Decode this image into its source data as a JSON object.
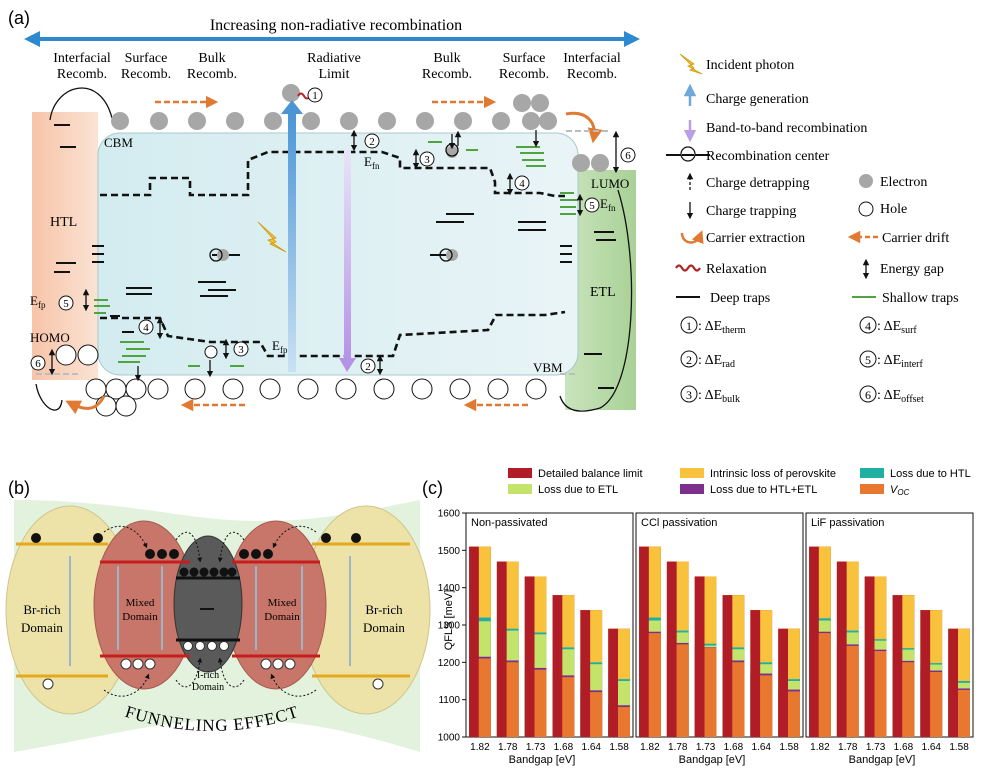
{
  "panel_a": {
    "label": "(a)",
    "top_arrow": "Increasing non-radiative recombination",
    "headers": [
      {
        "t1": "Interfacial",
        "t2": "Recomb."
      },
      {
        "t1": "Surface",
        "t2": "Recomb."
      },
      {
        "t1": "Bulk",
        "t2": "Recomb."
      },
      {
        "t1": "Radiative",
        "t2": "Limit"
      },
      {
        "t1": "Bulk",
        "t2": "Recomb."
      },
      {
        "t1": "Surface",
        "t2": "Recomb."
      },
      {
        "t1": "Interfacial",
        "t2": "Recomb."
      }
    ],
    "band_labels": {
      "cbm": "CBM",
      "vbm": "VBM",
      "lumo": "LUMO",
      "homo": "HOMO",
      "htl": "HTL",
      "etl": "ETL",
      "efn": "E",
      "efn_sub": "fn",
      "efp": "E",
      "efp_sub": "fp"
    },
    "circled_nums": [
      "1",
      "2",
      "3",
      "4",
      "5",
      "6"
    ],
    "legend": {
      "incident_photon": "Incident photon",
      "charge_generation": "Charge generation",
      "band_to_band": "Band-to-band recombination",
      "recombination_center": "Recombination center",
      "charge_detrapping": "Charge detrapping",
      "electron": "Electron",
      "charge_trapping": "Charge trapping",
      "hole": "Hole",
      "carrier_extraction": "Carrier extraction",
      "carrier_drift": "Carrier drift",
      "relaxation": "Relaxation",
      "energy_gap": "Energy gap",
      "deep_traps": "Deep traps",
      "shallow_traps": "Shallow traps",
      "loss_terms": [
        {
          "num": "1",
          "sub": "therm"
        },
        {
          "num": "4",
          "sub": "surf"
        },
        {
          "num": "2",
          "sub": "rad"
        },
        {
          "num": "5",
          "sub": "interf"
        },
        {
          "num": "3",
          "sub": "bulk"
        },
        {
          "num": "6",
          "sub": "offset"
        }
      ],
      "delta_e": ": ΔE"
    }
  },
  "panel_b": {
    "label": "(b)",
    "br_rich_1": "Br-rich",
    "br_rich_2": "Domain",
    "mixed_1": "Mixed",
    "mixed_2": "Domain",
    "i_rich_1": "I-rich",
    "i_rich_2": "Domain",
    "funneling": "FUNNELING EFFECT"
  },
  "panel_c": {
    "label": "(c)",
    "legend": [
      "Detailed balance limit",
      "Intrinsic loss of perovskite",
      "Loss due to HTL",
      "Loss due to ETL",
      "Loss due to HTL+ETL",
      "V"
    ],
    "voc_sub": "OC",
    "colors": {
      "db": "#b11d26",
      "intrinsic": "#f9c23c",
      "htl": "#1fb0a4",
      "etl": "#c4e36a",
      "htletl": "#7d2f8e",
      "voc": "#e8772f"
    },
    "y_label": "QFLS [meV]",
    "x_label": "Bandgap [eV]",
    "y_ticks": [
      "1600",
      "1500",
      "1400",
      "1300",
      "1200",
      "1100",
      "1000"
    ],
    "x_ticks": [
      "1.82",
      "1.78",
      "1.73",
      "1.68",
      "1.64",
      "1.58"
    ]
  },
  "chart_data": [
    {
      "type": "bar",
      "title": "Non-passivated",
      "categories": [
        "1.82",
        "1.78",
        "1.73",
        "1.68",
        "1.64",
        "1.58"
      ],
      "xlabel": "Bandgap [eV]",
      "ylabel": "QFLS [meV]",
      "ylim": [
        1000,
        1600
      ],
      "series": [
        {
          "name": "Detailed balance limit",
          "values": [
            1510,
            1470,
            1430,
            1380,
            1340,
            1290
          ]
        },
        {
          "name": "Intrinsic loss of perovskite",
          "values": [
            1510,
            1470,
            1430,
            1380,
            1340,
            1290
          ]
        },
        {
          "name": "Loss due to HTL",
          "values": [
            1320,
            1290,
            1280,
            1240,
            1200,
            1155
          ]
        },
        {
          "name": "Loss due to ETL",
          "values": [
            1310,
            1285,
            1275,
            1235,
            1195,
            1150
          ]
        },
        {
          "name": "Loss due to HTL+ETL",
          "values": [
            1215,
            1205,
            1185,
            1165,
            1125,
            1085
          ]
        },
        {
          "name": "VOC",
          "values": [
            1210,
            1200,
            1180,
            1160,
            1120,
            1080
          ]
        }
      ]
    },
    {
      "type": "bar",
      "title": "CCl passivation",
      "categories": [
        "1.82",
        "1.78",
        "1.73",
        "1.68",
        "1.64",
        "1.58"
      ],
      "xlabel": "Bandgap [eV]",
      "ylabel": "",
      "ylim": [
        1000,
        1600
      ],
      "series": [
        {
          "name": "Detailed balance limit",
          "values": [
            1510,
            1470,
            1430,
            1380,
            1340,
            1290
          ]
        },
        {
          "name": "Intrinsic loss of perovskite",
          "values": [
            1510,
            1470,
            1430,
            1380,
            1340,
            1290
          ]
        },
        {
          "name": "Loss due to HTL",
          "values": [
            1320,
            1285,
            1250,
            1240,
            1200,
            1155
          ]
        },
        {
          "name": "Loss due to ETL",
          "values": [
            1312,
            1280,
            1245,
            1235,
            1195,
            1150
          ]
        },
        {
          "name": "Loss due to HTL+ETL",
          "values": [
            1282,
            1252,
            1240,
            1205,
            1170,
            1127
          ]
        },
        {
          "name": "VOC",
          "values": [
            1278,
            1248,
            1238,
            1200,
            1165,
            1122
          ]
        }
      ]
    },
    {
      "type": "bar",
      "title": "LiF passivation",
      "categories": [
        "1.82",
        "1.78",
        "1.73",
        "1.68",
        "1.64",
        "1.58"
      ],
      "xlabel": "Bandgap [eV]",
      "ylabel": "",
      "ylim": [
        1000,
        1600
      ],
      "series": [
        {
          "name": "Detailed balance limit",
          "values": [
            1510,
            1470,
            1430,
            1380,
            1340,
            1290
          ]
        },
        {
          "name": "Intrinsic loss of perovskite",
          "values": [
            1510,
            1470,
            1430,
            1380,
            1340,
            1290
          ]
        },
        {
          "name": "Loss due to HTL",
          "values": [
            1318,
            1285,
            1262,
            1238,
            1198,
            1150
          ]
        },
        {
          "name": "Loss due to ETL",
          "values": [
            1312,
            1280,
            1258,
            1234,
            1194,
            1145
          ]
        },
        {
          "name": "Loss due to HTL+ETL",
          "values": [
            1282,
            1248,
            1234,
            1204,
            1178,
            1130
          ]
        },
        {
          "name": "VOC",
          "values": [
            1278,
            1244,
            1230,
            1200,
            1174,
            1126
          ]
        }
      ]
    }
  ]
}
